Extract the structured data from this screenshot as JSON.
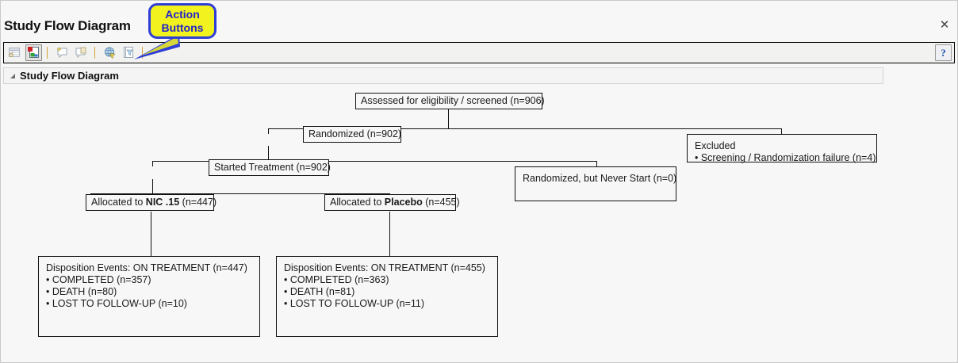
{
  "window": {
    "title": "Study Flow Diagram",
    "close_label": "✕"
  },
  "toolbar": {
    "buttons": [
      {
        "name": "view-data-table-icon",
        "enabled": false
      },
      {
        "name": "export-report-icon",
        "enabled": true
      },
      {
        "name": "add-comment-icon",
        "enabled": false
      },
      {
        "name": "view-comment-icon",
        "enabled": false
      },
      {
        "name": "global-filter-icon",
        "enabled": false
      },
      {
        "name": "report-filter-icon",
        "enabled": false
      }
    ],
    "help_label": "?"
  },
  "section": {
    "label": "Study Flow Diagram"
  },
  "callout": {
    "line1": "Action",
    "line2": "Buttons",
    "fill": "#f2f21e",
    "border": "#2f3ed6",
    "text_color": "#2323c8"
  },
  "diagram": {
    "nodes": {
      "assessed": {
        "text": "Assessed for eligibility / screened (n=906)"
      },
      "randomized": {
        "text": "Randomized (n=902)"
      },
      "excluded": {
        "title": "Excluded",
        "items": [
          "• Screening / Randomization failure  (n=4)"
        ]
      },
      "started": {
        "text": "Started Treatment (n=902)"
      },
      "never_start": {
        "text": "Randomized, but Never Start (n=0)"
      },
      "alloc_nic": {
        "prefix": "Allocated to ",
        "drug": "NIC .15",
        "suffix": " (n=447)"
      },
      "alloc_placebo": {
        "prefix": "Allocated to ",
        "drug": "Placebo",
        "suffix": " (n=455)"
      },
      "disp_nic": {
        "title": "Disposition Events: ON TREATMENT (n=447)",
        "items": [
          "• COMPLETED (n=357)",
          "• DEATH (n=80)",
          "• LOST TO FOLLOW-UP (n=10)"
        ]
      },
      "disp_placebo": {
        "title": "Disposition Events: ON TREATMENT (n=455)",
        "items": [
          "• COMPLETED (n=363)",
          "• DEATH (n=81)",
          "• LOST TO FOLLOW-UP (n=11)"
        ]
      }
    }
  }
}
